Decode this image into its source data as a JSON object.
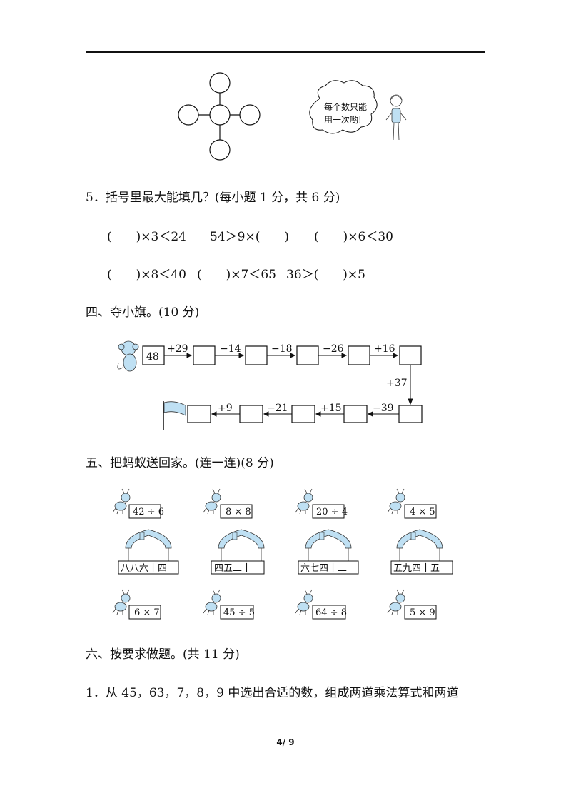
{
  "header": {
    "rule": true
  },
  "speech_bubble": {
    "line1": "每个数只能",
    "line2": "用一次哟!"
  },
  "q5": {
    "title": "5．括号里最大能填几？(每小题 1 分，共 6 分)",
    "row1": [
      "(　　)×3＜24",
      "54＞9×(　　)",
      "(　　)×6＜30"
    ],
    "row2": [
      "(　　)×8＜40",
      "(　　)×7＜65",
      "36＞(　　)×5"
    ]
  },
  "section4": {
    "title": "四、夺小旗。(10 分)",
    "start_value": "48",
    "top_ops": [
      "+29",
      "−14",
      "−18",
      "−26",
      "+16"
    ],
    "down_op": "+37",
    "bottom_ops": [
      "+9",
      "−21",
      "+15",
      "−39"
    ]
  },
  "section5": {
    "title": "五、把蚂蚁送回家。(连一连)(8 分)",
    "top_ants": [
      "42 ÷ 6",
      "8 × 8",
      "20 ÷ 4",
      "4 × 5"
    ],
    "houses": [
      "八八六十四",
      "四五二十",
      "六七四十二",
      "五九四十五"
    ],
    "bottom_ants": [
      "6 × 7",
      "45 ÷ 5",
      "64 ÷ 8",
      "5 × 9"
    ]
  },
  "section6": {
    "title": "六、按要求做题。(共 11 分)",
    "q1": "1．从 45，63，7，8，9 中选出合适的数，组成两道乘法算式和两道"
  },
  "footer": {
    "page": "4/ 9"
  },
  "colors": {
    "light_blue": "#bfe0f3",
    "line": "#111111"
  }
}
